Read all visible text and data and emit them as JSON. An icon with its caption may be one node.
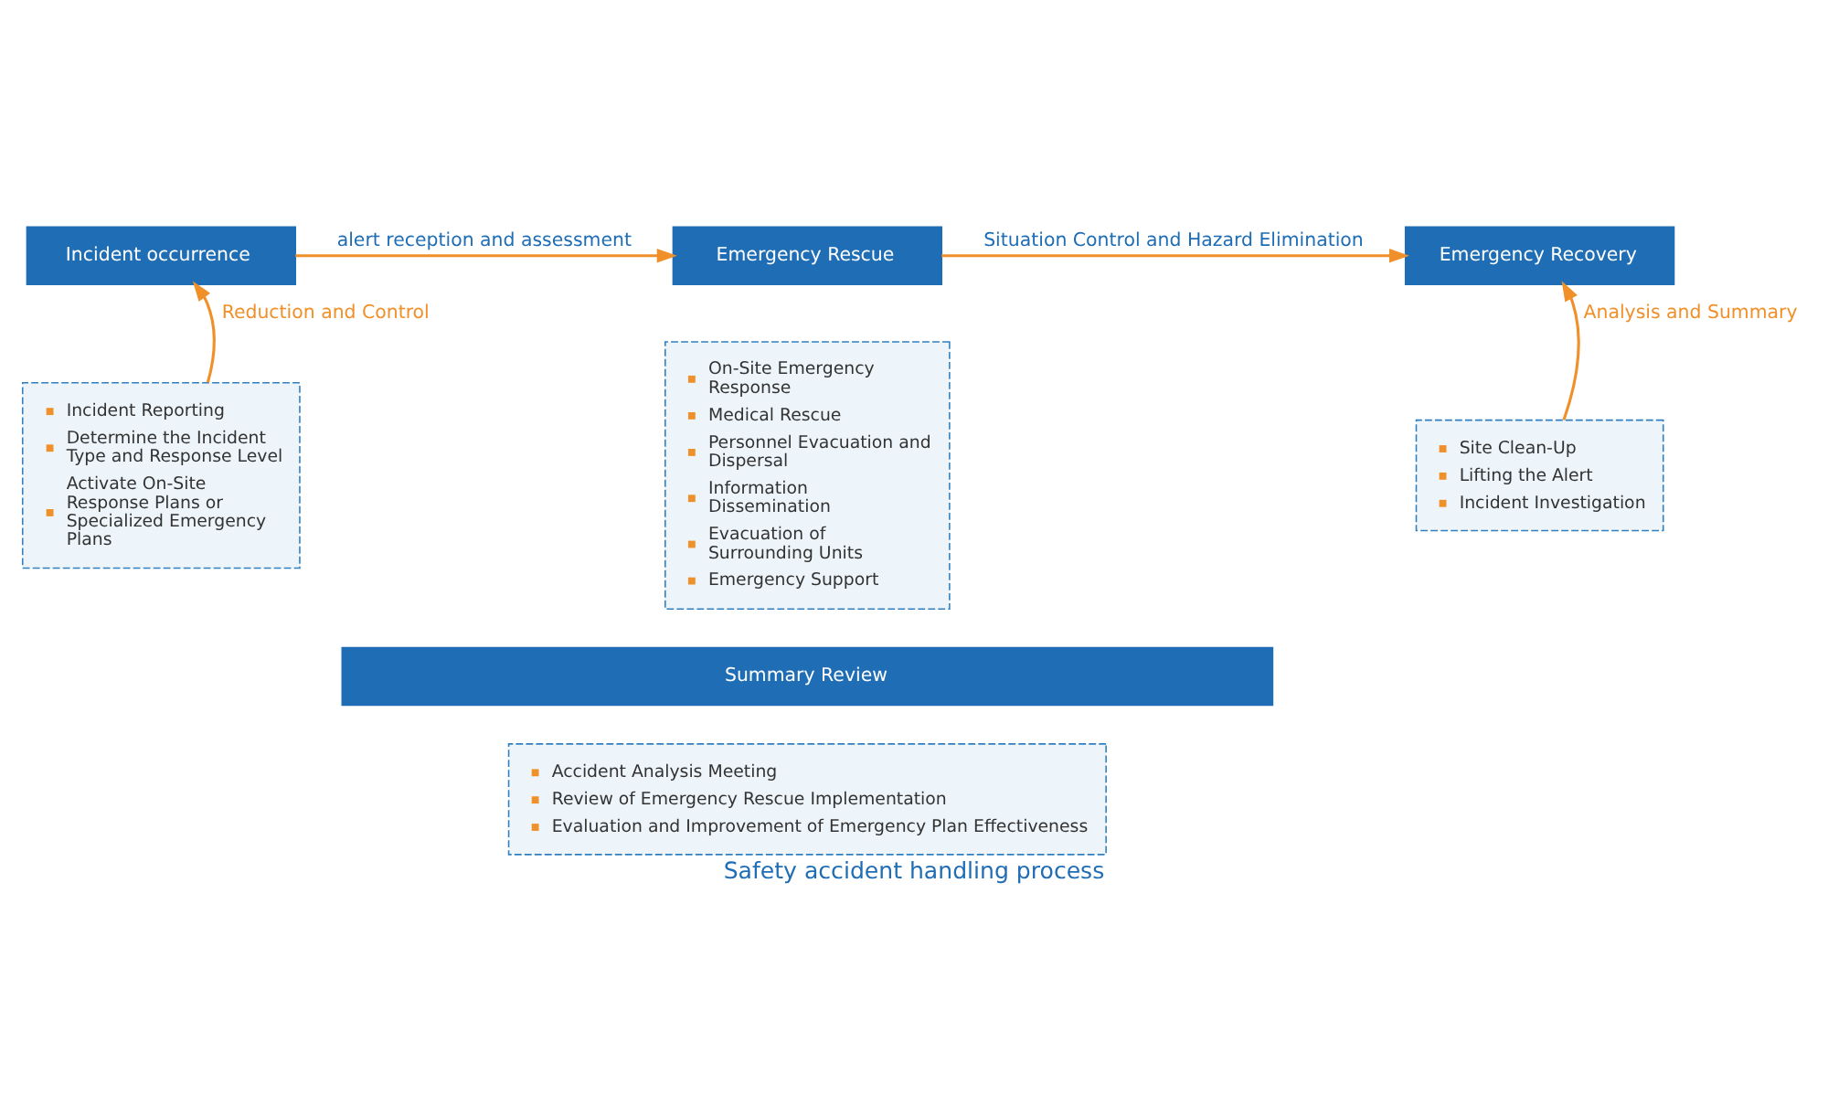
{
  "diagram": {
    "caption": "Safety accident handling process",
    "nodes": [
      {
        "text": [
          "Incident occurrence"
        ]
      },
      {
        "text": [
          "Incident Reporting",
          "Determine the Incident Type and Response Level",
          "Activate On-Site Response Plans or Specialized Emergency Plans"
        ]
      },
      {
        "text": [
          "Emergency Rescue"
        ]
      },
      {
        "text": [
          "On-Site Emergency Response",
          "Medical Rescue",
          "Personnel Evacuation and Dispersal",
          "Information Dissemination",
          "Evacuation of Surrounding Units",
          "Emergency Support"
        ]
      },
      {
        "text": [
          "Emergency Recovery"
        ]
      },
      {
        "text": [
          "Site Clean-Up",
          "Lifting the Alert",
          "Incident Investigation"
        ]
      },
      {
        "text": [
          "Summary Review"
        ]
      },
      {
        "text": [
          "Accident Analysis Meeting",
          "Review of Emergency Rescue Implementation",
          "Evaluation and Improvement of Emergency Plan Effectiveness"
        ]
      }
    ],
    "edges": [
      {
        "from": 0,
        "to": 2,
        "arrow": "to",
        "label": "alert reception and assessment"
      },
      {
        "from": 2,
        "to": 4,
        "arrow": "to",
        "label": "Situation Control and Hazard Elimination"
      },
      {
        "from": 1,
        "to": 0,
        "arrow": "to",
        "label": "Reduction and Control"
      },
      {
        "from": 5,
        "to": 4,
        "arrow": "to",
        "label": "Analysis and Summary"
      }
    ]
  }
}
